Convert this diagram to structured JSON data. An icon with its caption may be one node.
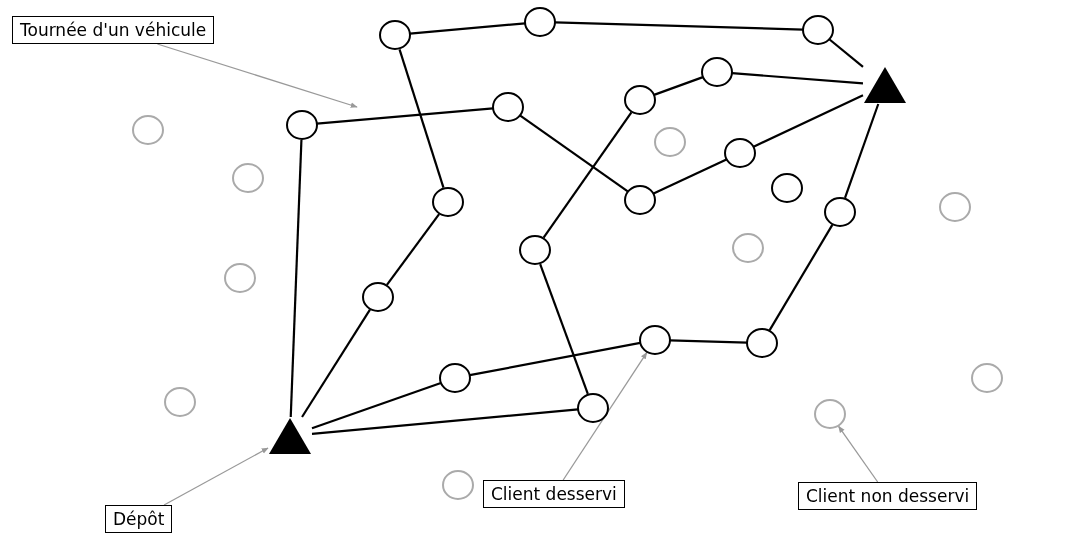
{
  "diagram": {
    "nodes": [
      {
        "text": [
          "Tournée d'un véhicule"
        ]
      },
      {
        "text": [],
        "shape": "circle"
      },
      {
        "text": [],
        "shape": "circle"
      },
      {
        "text": [],
        "shape": "circle"
      },
      {
        "text": [],
        "shape": "circle"
      },
      {
        "text": [],
        "shape": "triangle"
      },
      {
        "text": [],
        "shape": "circle"
      },
      {
        "text": [],
        "shape": "circle"
      },
      {
        "text": [],
        "shape": "circle"
      },
      {
        "text": [],
        "shape": "circle"
      },
      {
        "text": [],
        "shape": "circle"
      },
      {
        "text": [],
        "shape": "circle"
      },
      {
        "text": [],
        "shape": "circle"
      },
      {
        "text": [],
        "shape": "circle"
      },
      {
        "text": [],
        "shape": "circle"
      },
      {
        "text": [],
        "shape": "circle"
      },
      {
        "text": [],
        "shape": "circle"
      },
      {
        "text": [],
        "shape": "circle"
      },
      {
        "text": [],
        "shape": "circle"
      },
      {
        "text": [],
        "shape": "circle"
      },
      {
        "text": [],
        "shape": "circle"
      },
      {
        "text": [],
        "shape": "circle"
      },
      {
        "text": [],
        "shape": "circle"
      },
      {
        "text": [],
        "shape": "circle"
      },
      {
        "text": [],
        "shape": "circle"
      },
      {
        "text": [],
        "shape": "circle"
      },
      {
        "text": [],
        "shape": "circle"
      },
      {
        "text": [],
        "shape": "circle"
      },
      {
        "text": [],
        "shape": "circle"
      },
      {
        "text": [],
        "shape": "triangle"
      },
      {
        "text": [],
        "shape": "circle"
      },
      {
        "text": [
          "Client desservi"
        ]
      },
      {
        "text": [
          "Client non desservi"
        ]
      },
      {
        "text": [
          "Dépôt"
        ]
      }
    ],
    "edges": [
      {
        "from": 29,
        "to": 8,
        "arrow": "none"
      },
      {
        "from": 8,
        "to": 7,
        "arrow": "none"
      },
      {
        "from": 7,
        "to": 14,
        "arrow": "none"
      },
      {
        "from": 14,
        "to": 11,
        "arrow": "none"
      },
      {
        "from": 11,
        "to": 5,
        "arrow": "none"
      },
      {
        "from": 29,
        "to": 21,
        "arrow": "none"
      },
      {
        "from": 21,
        "to": 15,
        "arrow": "none"
      },
      {
        "from": 15,
        "to": 1,
        "arrow": "none"
      },
      {
        "from": 1,
        "to": 2,
        "arrow": "none"
      },
      {
        "from": 2,
        "to": 3,
        "arrow": "none"
      },
      {
        "from": 3,
        "to": 5,
        "arrow": "none"
      },
      {
        "from": 5,
        "to": 4,
        "arrow": "none"
      },
      {
        "from": 4,
        "to": 6,
        "arrow": "none"
      },
      {
        "from": 6,
        "to": 19,
        "arrow": "none"
      },
      {
        "from": 19,
        "to": 27,
        "arrow": "none"
      },
      {
        "from": 27,
        "to": 29,
        "arrow": "none"
      },
      {
        "from": 29,
        "to": 24,
        "arrow": "none"
      },
      {
        "from": 24,
        "to": 22,
        "arrow": "none"
      },
      {
        "from": 22,
        "to": 23,
        "arrow": "none"
      },
      {
        "from": 23,
        "to": 17,
        "arrow": "none"
      },
      {
        "from": 17,
        "to": 5,
        "arrow": "none"
      },
      {
        "from": 0,
        "to": null,
        "arrow": "to",
        "color": "#999999"
      },
      {
        "from": 31,
        "to": 22,
        "arrow": "to",
        "color": "#999999"
      },
      {
        "from": 32,
        "to": 28,
        "arrow": "to",
        "color": "#999999"
      },
      {
        "from": 33,
        "to": 29,
        "arrow": "to",
        "color": "#999999"
      }
    ]
  }
}
